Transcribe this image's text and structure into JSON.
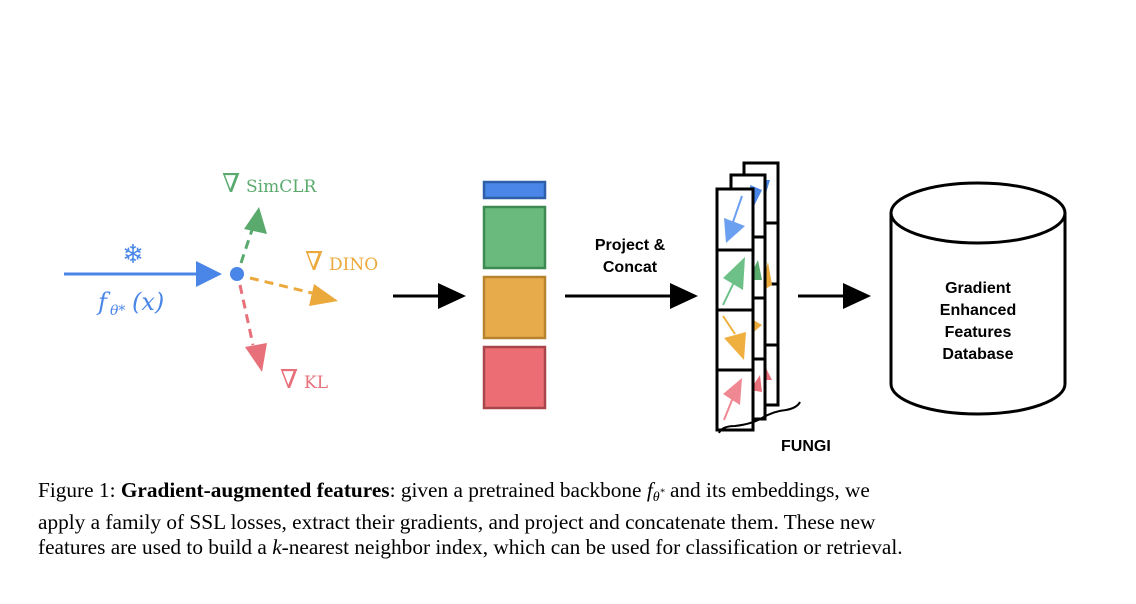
{
  "colors": {
    "blue": "#4a86e8",
    "green": "#5aaa6e",
    "orange": "#eba93b",
    "red": "#e8707a",
    "black": "#000000"
  },
  "input": {
    "icon": "snowflake-icon",
    "snowflake_glyph": "❄",
    "label_f": "f",
    "label_sub": "θ*",
    "label_arg": "(x)"
  },
  "gradients": [
    {
      "name": "SimCLR",
      "symbol": "∇",
      "sub": "SimCLR",
      "color": "#5aaa6e"
    },
    {
      "name": "DINO",
      "symbol": "∇",
      "sub": "DINO",
      "color": "#eba93b"
    },
    {
      "name": "KL",
      "symbol": "∇",
      "sub": "KL",
      "color": "#e8707a"
    }
  ],
  "feature_stack": {
    "blocks": [
      {
        "name": "embedding",
        "color": "#4a86e8"
      },
      {
        "name": "simclr",
        "color": "#6aba7e"
      },
      {
        "name": "dino",
        "color": "#e8ab4c"
      },
      {
        "name": "kl",
        "color": "#ec6e74"
      }
    ]
  },
  "project_label_line1": "Project &",
  "project_label_line2": "Concat",
  "fungi_label": "FUNGI",
  "database": {
    "lines": [
      "Gradient",
      "Enhanced",
      "Features",
      "Database"
    ]
  },
  "caption": {
    "prefix": "Figure 1: ",
    "bold": "Gradient-augmented features",
    "l1_rest": ": given a pretrained backbone ",
    "math_f": "f",
    "math_sub": "θ",
    "math_sup": "*",
    "l1_end": " and its embeddings, we",
    "line2": "apply a family of SSL losses, extract their gradients, and project and concatenate them. These new",
    "l3_start": "features are used to build a ",
    "l3_k": "k",
    "l3_end": "-nearest neighbor index, which can be used for classification or retrieval."
  }
}
